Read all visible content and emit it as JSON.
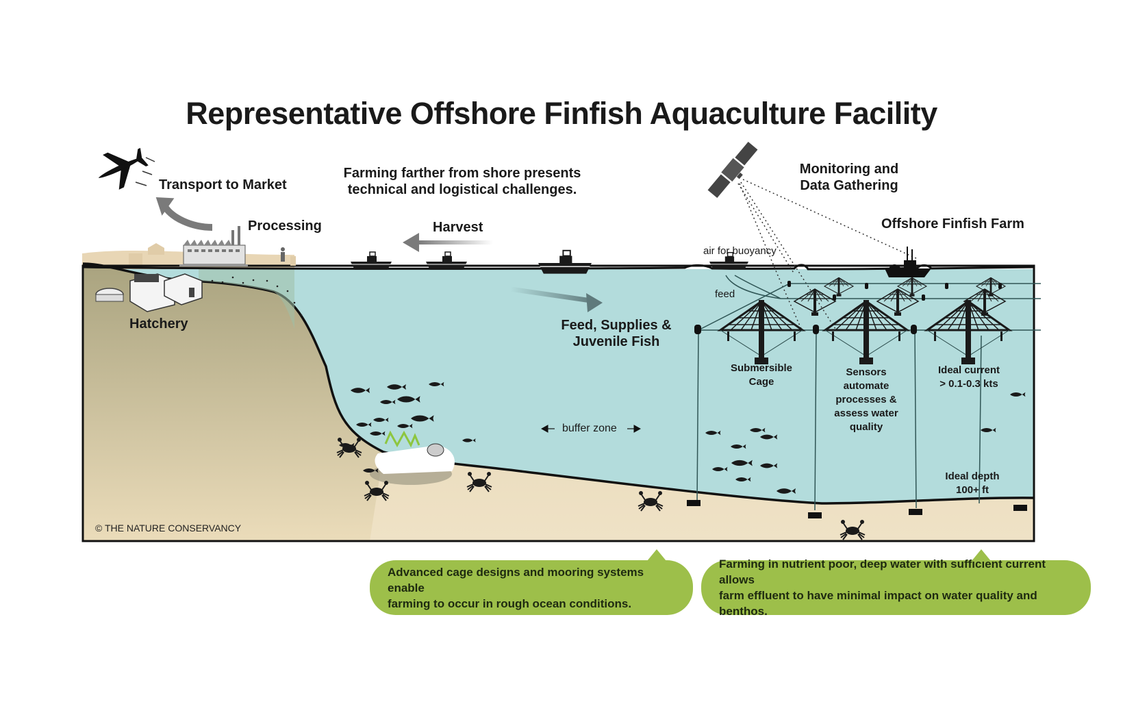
{
  "title": "Representative Offshore Finfish Aquaculture Facility",
  "labels": {
    "transport": "Transport to Market",
    "processing": "Processing",
    "hatchery": "Hatchery",
    "challenge_line1": "Farming farther from shore presents",
    "challenge_line2": "technical and logistical challenges.",
    "harvest": "Harvest",
    "monitoring_line1": "Monitoring and",
    "monitoring_line2": "Data Gathering",
    "offshore_farm": "Offshore Finfish Farm",
    "air_buoyancy": "air for buoyancy",
    "feed": "feed",
    "feed_supplies_line1": "Feed, Supplies &",
    "feed_supplies_line2": "Juvenile Fish",
    "buffer_zone": "buffer zone",
    "submersible_line1": "Submersible",
    "submersible_line2": "Cage",
    "sensors_lines": [
      "Sensors",
      "automate",
      "processes &",
      "assess water",
      "quality"
    ],
    "current_line1": "Ideal current",
    "current_line2": "> 0.1-0.3 kts",
    "depth_line1": "Ideal depth",
    "depth_line2": "100+ ft",
    "credit": "© THE NATURE CONSERVANCY"
  },
  "callouts": [
    {
      "line1": "Advanced cage designs and mooring systems enable",
      "line2": "farming to occur in rough ocean conditions."
    },
    {
      "line1": "Farming in nutrient poor, deep water with sufficient current allows",
      "line2": "farm effluent to have minimal impact on water quality and benthos."
    }
  ],
  "colors": {
    "water": "#b3dcdc",
    "seabed": "#eadcbf",
    "land_top": "#aaa482",
    "land_bottom": "#e8d9b8",
    "shore": "#e8d6b5",
    "callout": "#9dbf4a",
    "arrow": "#7a7a7a"
  },
  "icons": [
    "airplane-icon",
    "factory-icon",
    "person-icon",
    "hatchery-building-icon",
    "satellite-icon",
    "boat-icon",
    "fishing-vessel-icon",
    "submersible-cage-icon",
    "fish-icon",
    "crab-icon",
    "reef-icon",
    "mooring-anchor-icon"
  ]
}
